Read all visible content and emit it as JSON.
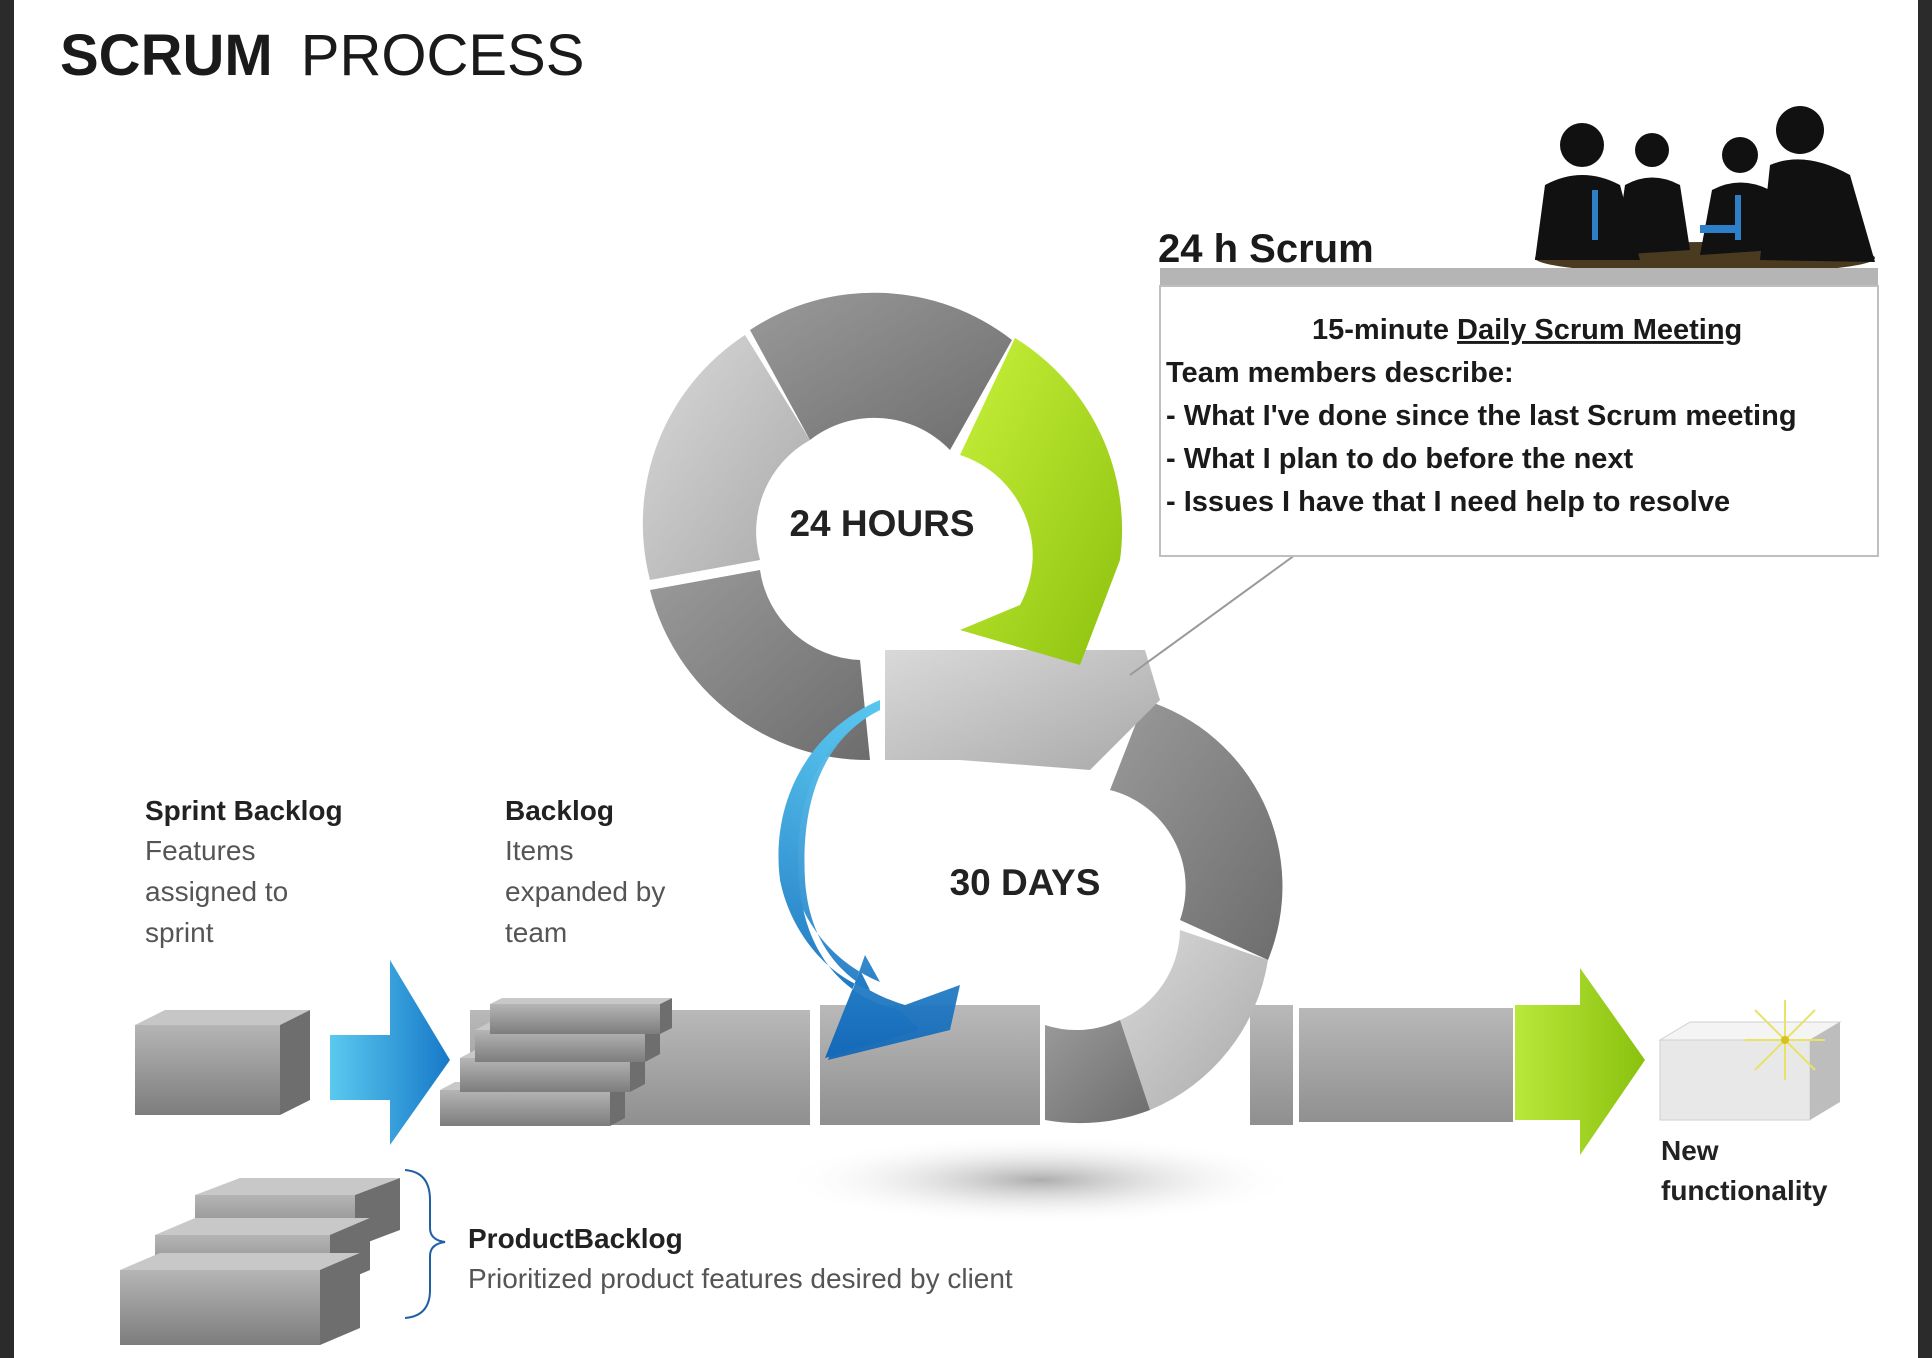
{
  "title": {
    "bold": "SCRUM",
    "rest": "PROCESS"
  },
  "cycles": {
    "inner": "24 HOURS",
    "outer": "30 DAYS"
  },
  "scrum_box": {
    "heading": "24 h Scrum",
    "line1_prefix": "15-minute ",
    "line1_link": "Daily Scrum Meeting",
    "line2": "Team members describe:",
    "line3": "- What I've done since the last Scrum meeting",
    "line4": "- What I plan to do before the next",
    "line5": "- Issues I have that I need help to resolve"
  },
  "sprint_backlog": {
    "heading": "Sprint Backlog",
    "line1": "Features",
    "line2": "assigned to",
    "line3": "sprint"
  },
  "backlog": {
    "heading": "Backlog",
    "line1": "Items",
    "line2": "expanded by",
    "line3": "team"
  },
  "product_backlog": {
    "heading": "ProductBacklog",
    "text": "Prioritized product features desired by client"
  },
  "new_functionality": {
    "line1": "New",
    "line2": "functionality"
  },
  "colors": {
    "background": "#2b2b2b",
    "slide": "#ffffff",
    "green": "#9fd219",
    "blue": "#1f8fd6",
    "gray_block": "#9a9a9a"
  }
}
